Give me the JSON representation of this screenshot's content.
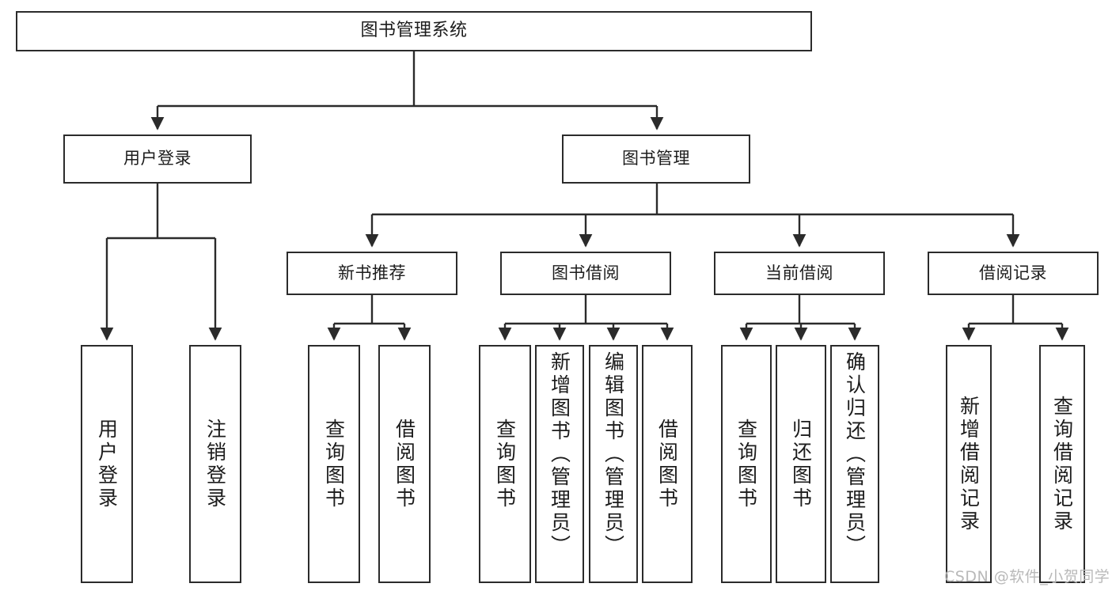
{
  "diagram": {
    "title": "图书管理系统",
    "colors": {
      "border": "#2b2b2b",
      "background": "#ffffff",
      "text": "#1c1c1c",
      "watermark": "#b9b9b9"
    },
    "watermark": "CSDN @软件_小贺同学",
    "levels": {
      "root": [
        "图书管理系统"
      ],
      "level2": [
        "用户登录",
        "图书管理"
      ],
      "level3": [
        "新书推荐",
        "图书借阅",
        "当前借阅",
        "借阅记录"
      ],
      "leaves": [
        "用户登录",
        "注销登录",
        "查询图书",
        "借阅图书",
        "查询图书",
        "新增图书（管理员）",
        "编辑图书（管理员）",
        "借阅图书",
        "查询图书",
        "归还图书",
        "确认归还（管理员）",
        "新增借阅记录",
        "查询借阅记录"
      ]
    },
    "nodes": {
      "root": {
        "label": "图书管理系统"
      },
      "user_login": {
        "label": "用户登录"
      },
      "book_manage": {
        "label": "图书管理"
      },
      "new_book_rec": {
        "label": "新书推荐"
      },
      "book_borrow": {
        "label": "图书借阅"
      },
      "current_borrow": {
        "label": "当前借阅"
      },
      "borrow_record": {
        "label": "借阅记录"
      },
      "leaf_user_login": {
        "label": "用户登录"
      },
      "leaf_logout": {
        "label": "注销登录"
      },
      "leaf_query_book_1": {
        "label": "查询图书"
      },
      "leaf_borrow_book_1": {
        "label": "借阅图书"
      },
      "leaf_query_book_2": {
        "label": "查询图书"
      },
      "leaf_add_book": {
        "label": "新增图书（管理员）"
      },
      "leaf_edit_book": {
        "label": "编辑图书（管理员）"
      },
      "leaf_borrow_book_2": {
        "label": "借阅图书"
      },
      "leaf_query_book_3": {
        "label": "查询图书"
      },
      "leaf_return_book": {
        "label": "归还图书"
      },
      "leaf_confirm_return": {
        "label": "确认归还（管理员）"
      },
      "leaf_add_record": {
        "label": "新增借阅记录"
      },
      "leaf_query_record": {
        "label": "查询借阅记录"
      }
    }
  }
}
